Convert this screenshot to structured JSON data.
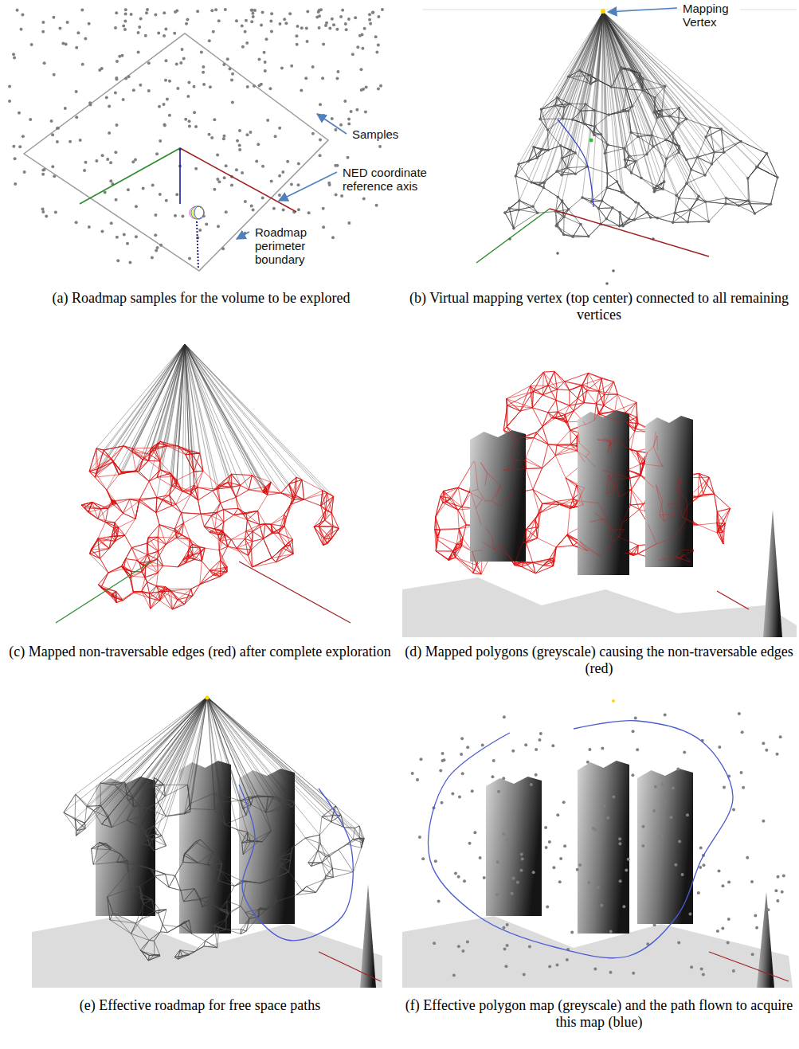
{
  "diagram": {
    "labels": [
      "Samples",
      "NED coordinate reference axis",
      "Roadmap perimeter boundary",
      "Mapping Vertex",
      "(a) Roadmap samples for the volume to be explored",
      "(b) Virtual mapping vertex (top center) connected to all remaining vertices",
      "(c) Mapped non-traversable edges (red) after complete exploration",
      "(d) Mapped polygons (greyscale) causing the non-traversable edges (red)",
      "(e) Effective roadmap for free space paths",
      "(f) Effective polygon map (greyscale) and the path flown to acquire this map (blue)"
    ]
  }
}
